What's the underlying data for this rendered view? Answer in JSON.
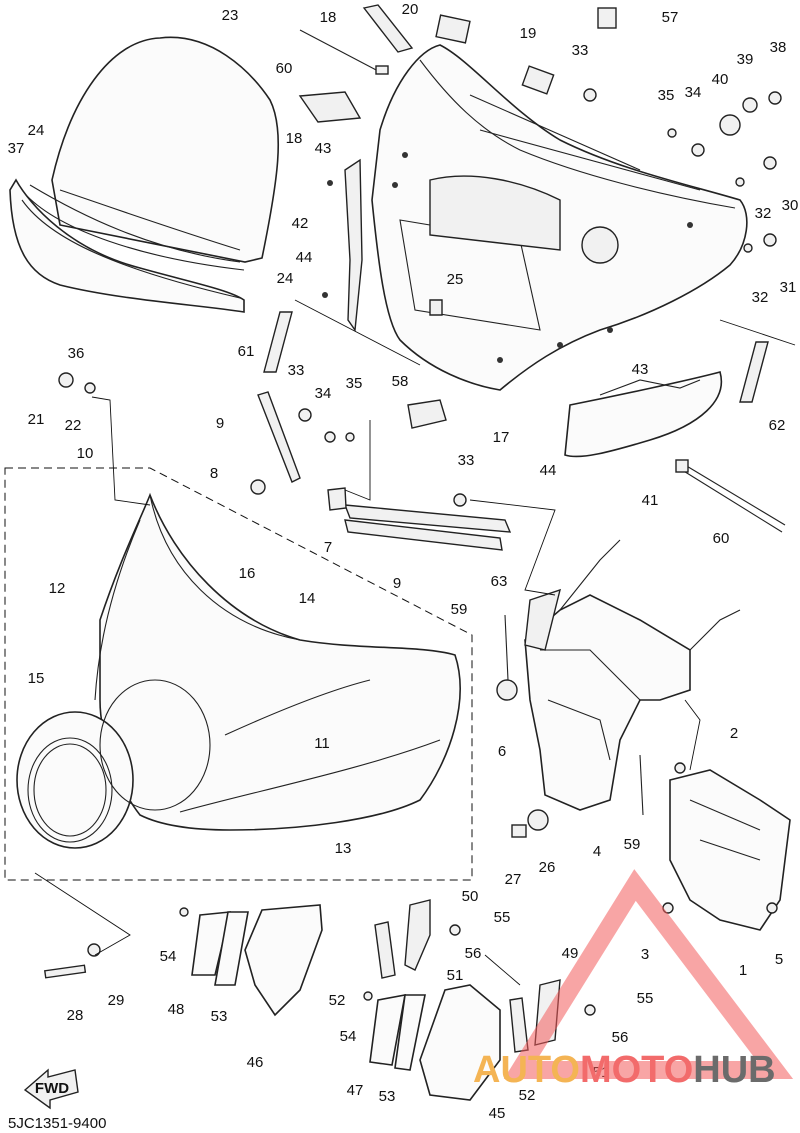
{
  "diagram": {
    "drawing_code": "5JC1351-9400",
    "direction_arrow": "FWD",
    "watermark": {
      "part1": "AUTO",
      "part2": "MOTO",
      "part3": "HUB",
      "colors": {
        "auto": "#f4b454",
        "moto": "#f26b6b",
        "hub": "#6b6b6b",
        "triangle": "#f25b5b"
      }
    },
    "callouts": {
      "c23": "23",
      "c18a": "18",
      "c20": "20",
      "c19": "19",
      "c33a": "33",
      "c57": "57",
      "c38": "38",
      "c39": "39",
      "c40": "40",
      "c34a": "34",
      "c35a": "35",
      "c60a": "60",
      "c18b": "18",
      "c43a": "43",
      "c24a": "24",
      "c37": "37",
      "c32a": "32",
      "c30": "30",
      "c42": "42",
      "c44a": "44",
      "c25": "25",
      "c24b": "24",
      "c32b": "32",
      "c31": "31",
      "c36": "36",
      "c61": "61",
      "c33b": "33",
      "c34b": "34",
      "c35b": "35",
      "c58": "58",
      "c43b": "43",
      "c62": "62",
      "c21": "21",
      "c22": "22",
      "c9a": "9",
      "c17": "17",
      "c44b": "44",
      "c10": "10",
      "c8": "8",
      "c33c": "33",
      "c41": "41",
      "c7": "7",
      "c60b": "60",
      "c9b": "9",
      "c16": "16",
      "c12": "12",
      "c14": "14",
      "c63": "63",
      "c59a": "59",
      "c15": "15",
      "c11": "11",
      "c2": "2",
      "c6": "6",
      "c13": "13",
      "c4": "4",
      "c59b": "59",
      "c27": "27",
      "c26": "26",
      "c50": "50",
      "c55a": "55",
      "c54a": "54",
      "c56a": "56",
      "c3": "3",
      "c49": "49",
      "c51a": "51",
      "c48": "48",
      "c53a": "53",
      "c5": "5",
      "c1": "1",
      "c28": "28",
      "c29": "29",
      "c52a": "52",
      "c55b": "55",
      "c54b": "54",
      "c46": "46",
      "c56b": "56",
      "c47": "47",
      "c53b": "53",
      "c52b": "52",
      "c51b": "51",
      "c45": "45"
    }
  }
}
